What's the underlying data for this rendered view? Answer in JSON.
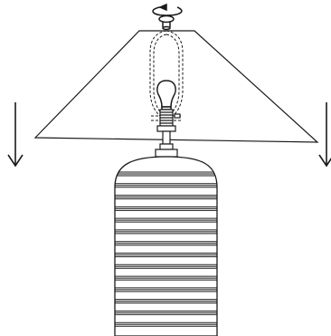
{
  "diagram": {
    "subject": "table-lamp-shade-installation",
    "line_color": "#1a1a1a",
    "background_color": "#ffffff",
    "components": [
      {
        "id": "finial",
        "icon": "rotating-finial-icon",
        "motion": "rotate"
      },
      {
        "id": "lampshade",
        "icon": "cone-lampshade-icon"
      },
      {
        "id": "harp",
        "icon": "dashed-harp-frame-icon"
      },
      {
        "id": "bulb",
        "icon": "light-bulb-icon"
      },
      {
        "id": "socket",
        "icon": "bulb-socket-icon"
      },
      {
        "id": "neck",
        "icon": "lamp-neck-icon"
      },
      {
        "id": "base",
        "icon": "striped-lamp-base-icon"
      }
    ],
    "arrows": [
      {
        "id": "left",
        "icon": "down-arrow-icon",
        "direction": "down"
      },
      {
        "id": "right",
        "icon": "down-arrow-icon",
        "direction": "down"
      }
    ],
    "base_stripe_count": 14
  }
}
